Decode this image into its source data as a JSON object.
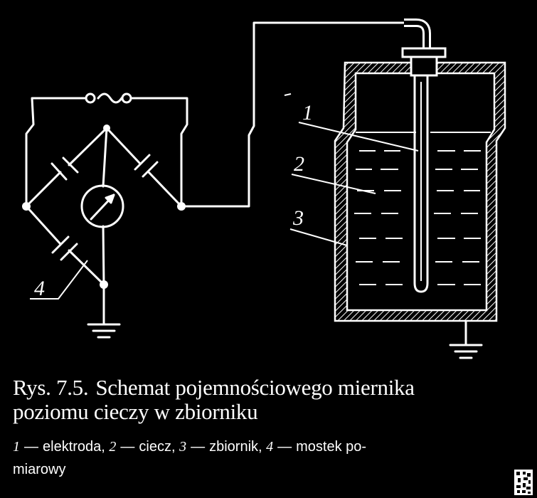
{
  "diagram": {
    "callouts": [
      {
        "number": "1"
      },
      {
        "number": "2"
      },
      {
        "number": "3"
      },
      {
        "number": "4"
      }
    ]
  },
  "caption": {
    "figure_number": "Rys.  7.5.",
    "title_line1": "Schemat pojemnościowego miernika",
    "title_line2": "poziomu cieczy w zbiorniku"
  },
  "legend": {
    "items": [
      {
        "number": "1",
        "label": "elektroda,"
      },
      {
        "number": "2",
        "label": "ciecz,"
      },
      {
        "number": "3",
        "label": "zbiornik,"
      },
      {
        "number": "4",
        "label": "mostek po-"
      }
    ],
    "continuation": "miarowy"
  },
  "colors": {
    "background": "#000000",
    "ink": "#ffffff"
  }
}
